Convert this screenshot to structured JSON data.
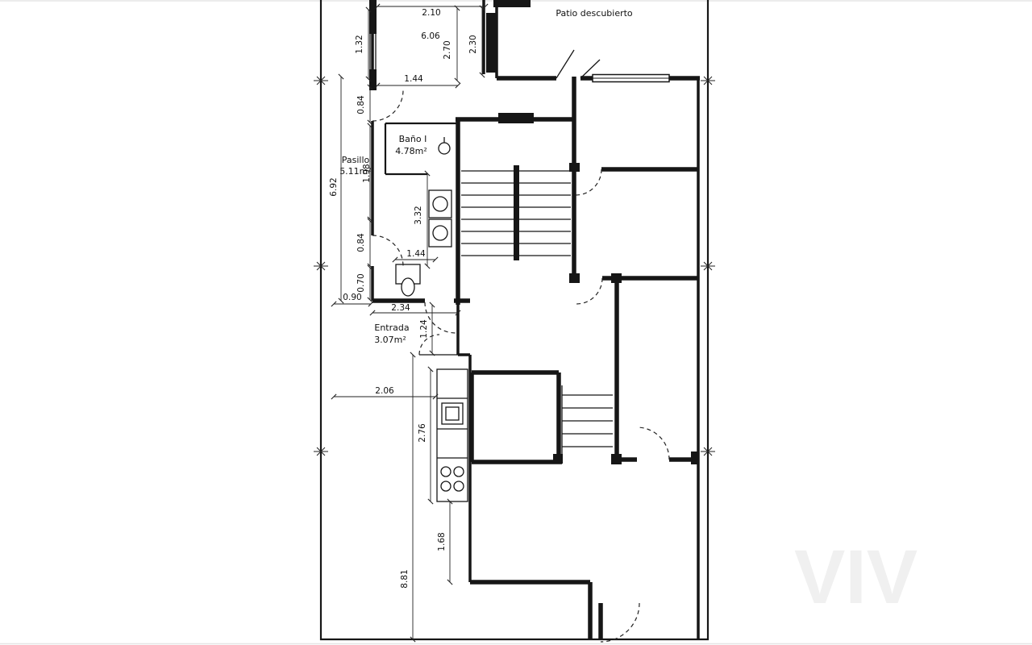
{
  "rooms": {
    "patio": "Patio descubierto",
    "bano_name": "Baño I",
    "bano_area": "4.78m²",
    "pasillo_name": "Pasillo",
    "pasillo_area": "5.11m²",
    "entrada_name": "Entrada",
    "entrada_area": "3.07m²"
  },
  "dims": {
    "top_210": "2.10",
    "top_606": "6.06",
    "top_270": "2.70",
    "top_230": "2.30",
    "left_132": "1.32",
    "mid_144a": "1.44",
    "left_084a": "0.84",
    "left_198": "1.98",
    "left_692": "6.92",
    "bath_332": "3.32",
    "left_084b": "0.84",
    "wc_144b": "1.44",
    "left_070": "0.70",
    "left_090": "0.90",
    "mid_234": "2.34",
    "ent_124": "1.24",
    "kit_206": "2.06",
    "kit_276": "2.76",
    "kit_168": "1.68",
    "yard_881": "8.81"
  },
  "watermark": "VIV"
}
